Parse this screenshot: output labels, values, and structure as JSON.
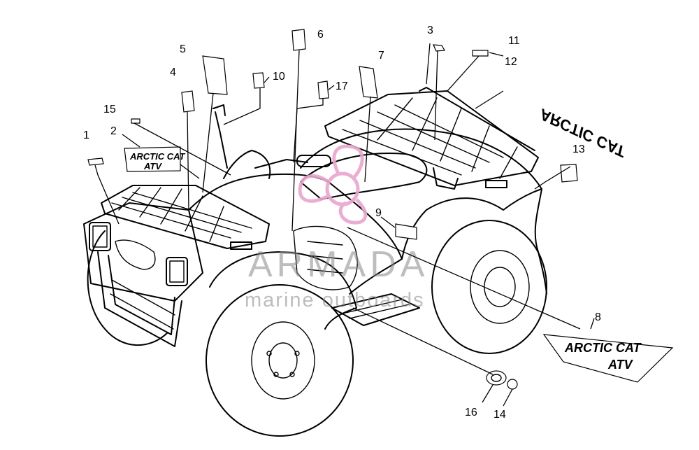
{
  "callouts": [
    "1",
    "2",
    "3",
    "4",
    "5",
    "6",
    "7",
    "8",
    "9",
    "10",
    "11",
    "12",
    "13",
    "14",
    "15",
    "16",
    "17"
  ],
  "decals": {
    "front_line1": "ARCTIC CAT",
    "front_line2": "ATV",
    "side_line1": "ARCTIC CAT",
    "side_line2": "ATV",
    "rear_text": "ARCTIC CAT"
  },
  "watermark": {
    "title": "ARMADA",
    "subtitle": "marine outboards",
    "logo_color": "#e9a6cf"
  },
  "icons": [
    "propeller-logo-icon"
  ]
}
